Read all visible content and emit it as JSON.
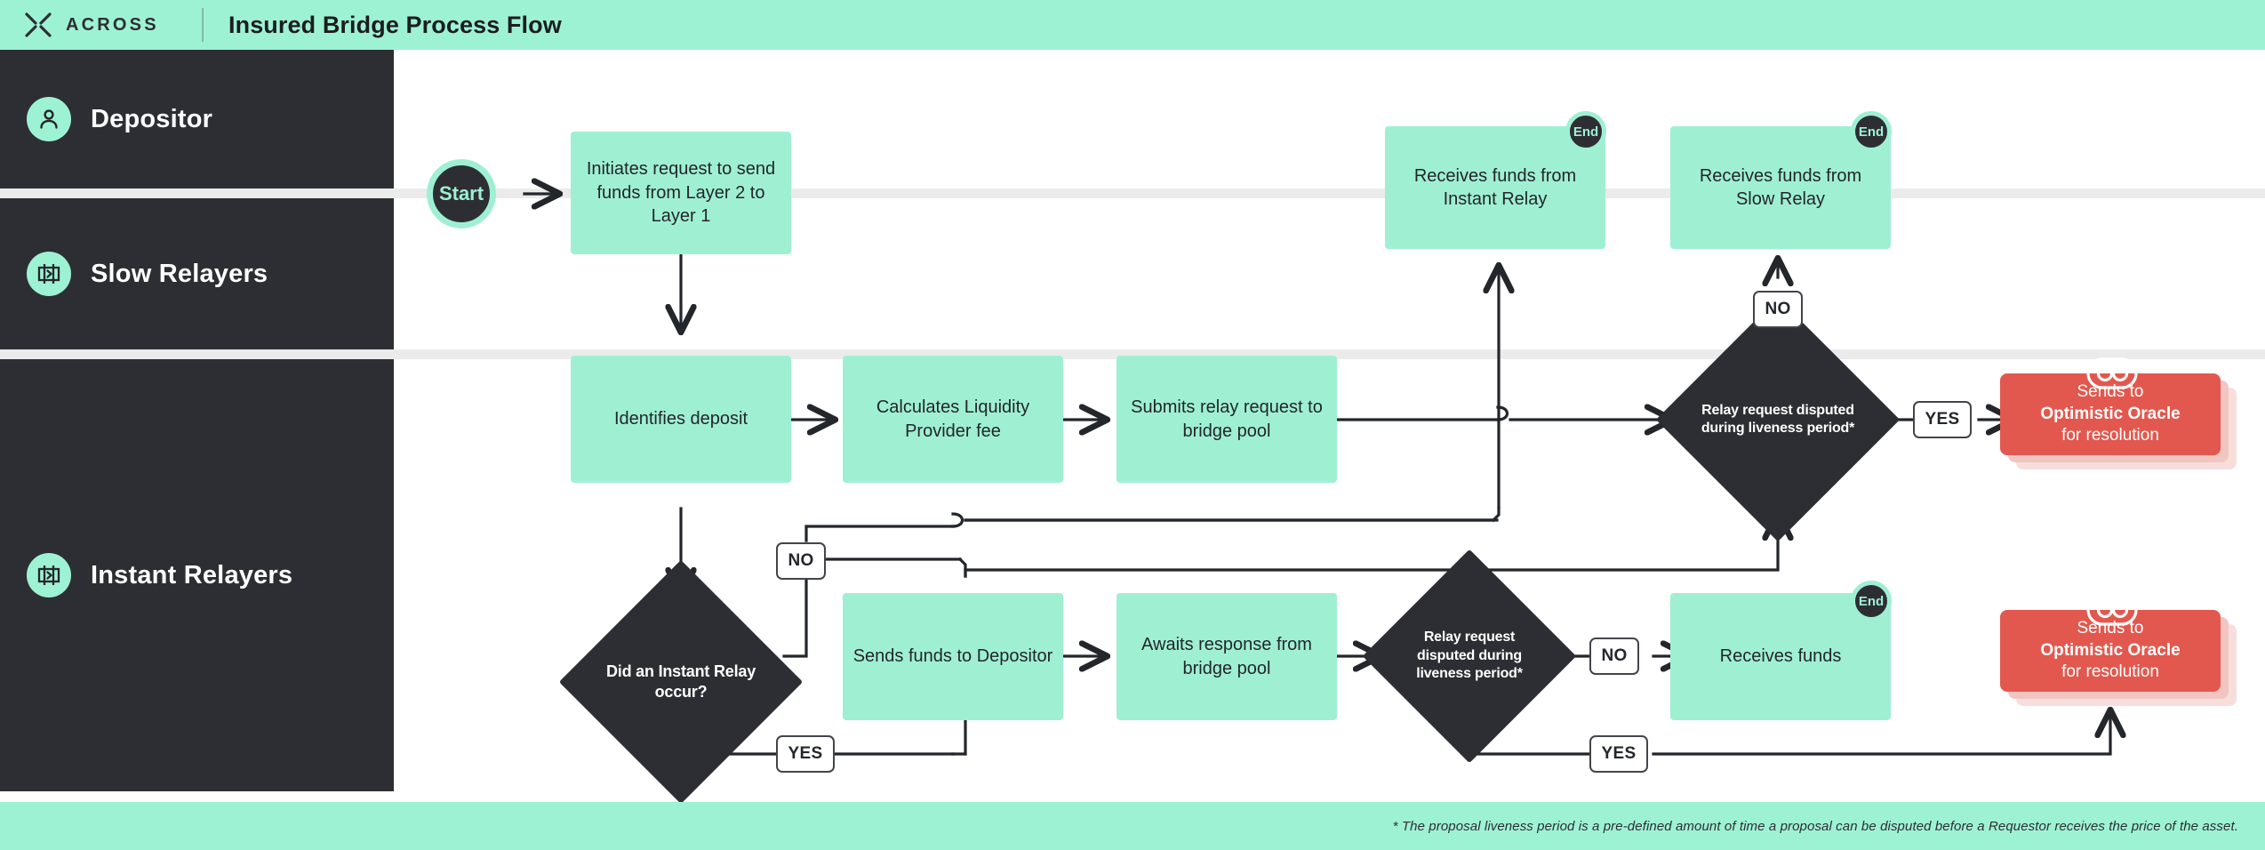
{
  "header": {
    "logo_icon": "across-x-icon",
    "brand": "ACROSS",
    "title": "Insured Bridge Process Flow"
  },
  "theme": {
    "mint": "#9EF2D4",
    "node_mint": "#9FF0D3",
    "dark": "#2D2E33",
    "red": "#E2584E",
    "white": "#FFFFFF",
    "lane_divider": "#EBEBEB"
  },
  "lanes": [
    {
      "id": "depositor",
      "label": "Depositor",
      "icon": "user-circle-icon"
    },
    {
      "id": "slow-relayers",
      "label": "Slow Relayers",
      "icon": "relayer-icon"
    },
    {
      "id": "instant-relayers",
      "label": "Instant Relayers",
      "icon": "relayer-icon"
    }
  ],
  "nodes": {
    "start": "Start",
    "depositor_initiate": "Initiates request to send funds from Layer 2 to Layer 1",
    "depositor_receive_instant": "Receives funds from Instant Relay",
    "depositor_receive_slow": "Receives funds from Slow Relay",
    "slow_identifies": "Identifies deposit",
    "slow_calculates": "Calculates Liquidity Provider fee",
    "slow_submits": "Submits relay request to bridge pool",
    "slow_dispute_diamond": "Relay request disputed during liveness period*",
    "instant_diamond": "Did an Instant Relay occur?",
    "instant_sends": "Sends funds to Depositor",
    "instant_awaits": "Awaits response from bridge pool",
    "instant_dispute_diamond": "Relay request disputed during liveness period*",
    "instant_receives": "Receives funds",
    "oracle_line1": "Sends to",
    "oracle_line2": "Optimistic Oracle",
    "oracle_line3": "for resolution"
  },
  "badges": {
    "end": "End",
    "yes": "YES",
    "no": "NO"
  },
  "footer": {
    "footnote": "* The proposal liveness period is a pre-defined amount of time a proposal can be disputed before a Requestor receives the price of the asset."
  }
}
